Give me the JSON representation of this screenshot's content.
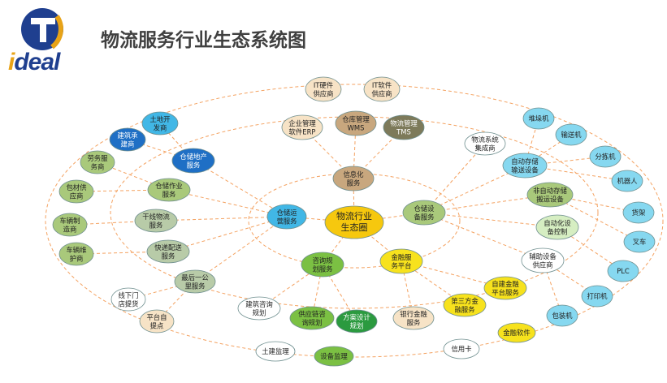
{
  "header": {
    "title": "物流服务行业生态系统图",
    "logo_text": "ideal"
  },
  "colors": {
    "line": "#f4a261",
    "blue_dark": "#1f6fc5",
    "cyan": "#41b7e6",
    "light_cyan": "#86d8f0",
    "olive": "#a9c97b",
    "gray_green": "#b8cba8",
    "peach": "#f7e3c6",
    "tan": "#c8a77e",
    "yellow": "#f7e21d",
    "gold": "#f2b705",
    "green_bright": "#7bc043",
    "green_dark": "#2b9a3f",
    "dark_olive": "#7d7a5a",
    "white": "#ffffff"
  },
  "nodes": [
    {
      "id": "center",
      "lines": [
        "物流行业",
        "生态圈"
      ],
      "color": "#f6c80e"
    },
    {
      "id": "it-hw",
      "lines": [
        "IT硬件",
        "供应商"
      ],
      "color": "#f7e3c6"
    },
    {
      "id": "it-sw",
      "lines": [
        "IT软件",
        "供应商"
      ],
      "color": "#f7e3c6"
    },
    {
      "id": "erp",
      "lines": [
        "企业管理",
        "软件ERP"
      ],
      "color": "#f7e3c6"
    },
    {
      "id": "wms",
      "lines": [
        "仓库管理",
        "WMS"
      ],
      "color": "#c8a77e"
    },
    {
      "id": "tms",
      "lines": [
        "物流管理",
        "TMS"
      ],
      "color": "#7d7a5a"
    },
    {
      "id": "info",
      "lines": [
        "信息化",
        "服务"
      ],
      "color": "#c8a77e"
    },
    {
      "id": "land",
      "lines": [
        "土地开",
        "发商"
      ],
      "color": "#41b7e6"
    },
    {
      "id": "build",
      "lines": [
        "建筑承",
        "建商"
      ],
      "color": "#1f6fc5"
    },
    {
      "id": "realestate",
      "lines": [
        "仓储地产",
        "服务"
      ],
      "color": "#1f6fc5"
    },
    {
      "id": "labor",
      "lines": [
        "劳务服",
        "务商"
      ],
      "color": "#a9c97b"
    },
    {
      "id": "pack",
      "lines": [
        "包材供",
        "应商"
      ],
      "color": "#a9c97b"
    },
    {
      "id": "ops",
      "lines": [
        "仓储作业",
        "服务"
      ],
      "color": "#a9c97b"
    },
    {
      "id": "trunk",
      "lines": [
        "干线物流",
        "服务"
      ],
      "color": "#b8cba8"
    },
    {
      "id": "vmaker",
      "lines": [
        "车辆制",
        "造商"
      ],
      "color": "#a9c97b"
    },
    {
      "id": "vrepair",
      "lines": [
        "车辆维",
        "护商"
      ],
      "color": "#a9c97b"
    },
    {
      "id": "express",
      "lines": [
        "快递配送",
        "服务"
      ],
      "color": "#b8cba8"
    },
    {
      "id": "whops",
      "lines": [
        "仓储运",
        "营服务"
      ],
      "color": "#41b7e6"
    },
    {
      "id": "lastmile",
      "lines": [
        "最后一公",
        "里服务"
      ],
      "color": "#b8cba8"
    },
    {
      "id": "pickup",
      "lines": [
        "线下门",
        "店提货"
      ],
      "color": "#ffffff"
    },
    {
      "id": "station",
      "lines": [
        "平台自",
        "提点"
      ],
      "color": "#f7e3c6"
    },
    {
      "id": "consult",
      "lines": [
        "咨询规",
        "划服务"
      ],
      "color": "#7bc043"
    },
    {
      "id": "archplan",
      "lines": [
        "建筑咨询",
        "规划"
      ],
      "color": "#ffffff"
    },
    {
      "id": "scplan",
      "lines": [
        "供应链咨",
        "询规划"
      ],
      "color": "#7bc043"
    },
    {
      "id": "solplan",
      "lines": [
        "方案设计",
        "规划"
      ],
      "color": "#2b9a3f"
    },
    {
      "id": "civil",
      "lines": [
        "土建监理"
      ],
      "color": "#ffffff"
    },
    {
      "id": "equipsup",
      "lines": [
        "设备监理"
      ],
      "color": "#7bc043"
    },
    {
      "id": "finance",
      "lines": [
        "金融服",
        "务平台"
      ],
      "color": "#f7e21d"
    },
    {
      "id": "bankfin",
      "lines": [
        "银行金融",
        "服务"
      ],
      "color": "#f7e3c6"
    },
    {
      "id": "thirdfin",
      "lines": [
        "第三方金",
        "融服务"
      ],
      "color": "#f7e21d"
    },
    {
      "id": "credit",
      "lines": [
        "信用卡"
      ],
      "color": "#ffffff"
    },
    {
      "id": "finsw",
      "lines": [
        "金融软件"
      ],
      "color": "#f7e21d"
    },
    {
      "id": "selffin",
      "lines": [
        "自建金融",
        "平台服务"
      ],
      "color": "#f7e21d"
    },
    {
      "id": "equip",
      "lines": [
        "仓储设",
        "备服务"
      ],
      "color": "#a9c97b"
    },
    {
      "id": "integrator",
      "lines": [
        "物流系统",
        "集成商"
      ],
      "color": "#ffffff"
    },
    {
      "id": "stacker",
      "lines": [
        "堆垛机"
      ],
      "color": "#86d8f0"
    },
    {
      "id": "conveyor",
      "lines": [
        "输送机"
      ],
      "color": "#86d8f0"
    },
    {
      "id": "sorter",
      "lines": [
        "分拣机"
      ],
      "color": "#86d8f0"
    },
    {
      "id": "robot",
      "lines": [
        "机器人"
      ],
      "color": "#86d8f0"
    },
    {
      "id": "shelf",
      "lines": [
        "货架"
      ],
      "color": "#86d8f0"
    },
    {
      "id": "forklift",
      "lines": [
        "叉车"
      ],
      "color": "#86d8f0"
    },
    {
      "id": "plc",
      "lines": [
        "PLC"
      ],
      "color": "#86d8f0"
    },
    {
      "id": "printer",
      "lines": [
        "打印机"
      ],
      "color": "#86d8f0"
    },
    {
      "id": "baler",
      "lines": [
        "包装机"
      ],
      "color": "#86d8f0"
    },
    {
      "id": "autoconvey",
      "lines": [
        "自动存储",
        "输送设备"
      ],
      "color": "#86d8f0"
    },
    {
      "id": "nonauto",
      "lines": [
        "非自动存储",
        "搬运设备"
      ],
      "color": "#a9c97b"
    },
    {
      "id": "autoctrl",
      "lines": [
        "自动化设",
        "备控制"
      ],
      "color": "#d6eec2"
    },
    {
      "id": "aux",
      "lines": [
        "辅助设备",
        "供应商"
      ],
      "color": "#ffffff"
    }
  ]
}
